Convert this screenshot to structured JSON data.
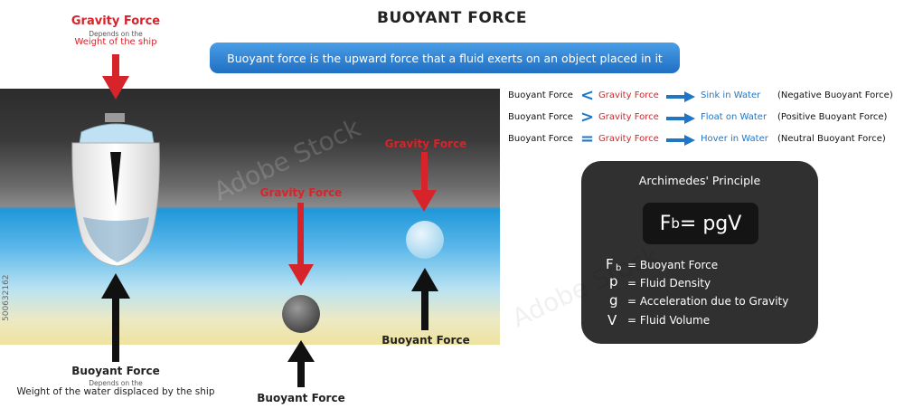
{
  "title": "BUOYANT FORCE",
  "banner": "Buoyant force is the upward force that a fluid exerts on an object placed in it",
  "ship": {
    "gravity_label": "Gravity Force",
    "gravity_note_1": "Depends on the",
    "gravity_note_2": "Weight of the ship",
    "buoyant_label": "Buoyant Force",
    "buoyant_note_1": "Depends on the",
    "buoyant_note_2": "Weight of the water displaced by the ship"
  },
  "sinking_ball": {
    "gravity_label": "Gravity Force",
    "buoyant_label": "Buoyant Force"
  },
  "floating_ball": {
    "gravity_label": "Gravity Force",
    "buoyant_label": "Buoyant Force"
  },
  "rules": [
    {
      "left": "Buoyant Force",
      "symbol": "<",
      "middle": "Gravity Force",
      "result": "Sink in Water",
      "note": "(Negative Buoyant Force)"
    },
    {
      "left": "Buoyant Force",
      "symbol": ">",
      "middle": "Gravity Force",
      "result": "Float on Water",
      "note": "(Positive Buoyant Force)"
    },
    {
      "left": "Buoyant Force",
      "symbol": "=",
      "middle": "Gravity Force",
      "result": "Hover in Water",
      "note": "(Neutral Buoyant Force)"
    }
  ],
  "archimedes": {
    "title": "Archimedes' Principle",
    "formula_lhs": "F",
    "formula_sub": "b",
    "formula_rhs": " = pgV",
    "legend": [
      {
        "symbol": "F",
        "sub": "b",
        "text": "= Buoyant Force"
      },
      {
        "symbol": "p",
        "sub": "",
        "text": "= Fluid Density"
      },
      {
        "symbol": "g",
        "sub": "",
        "text": "= Acceleration due to Gravity"
      },
      {
        "symbol": "V",
        "sub": "",
        "text": "= Fluid Volume"
      }
    ]
  },
  "watermark": "Adobe Stock",
  "image_id": "500632162",
  "colors": {
    "gravity": "#d6242a",
    "blue": "#1f75c8",
    "box": "#303030"
  }
}
